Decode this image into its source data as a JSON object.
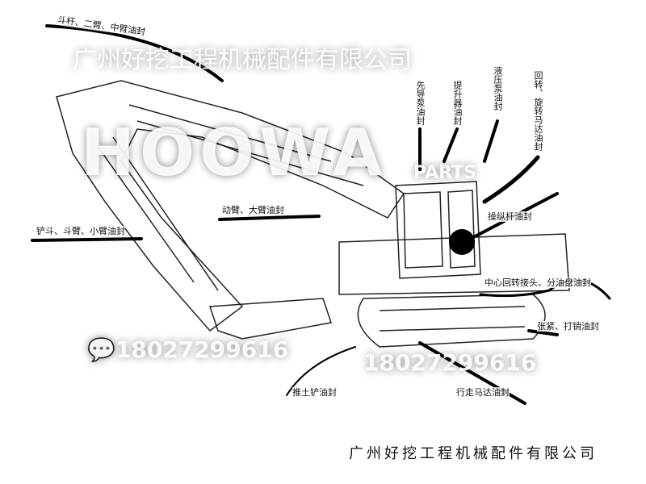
{
  "watermark": {
    "company_cn": "广州好挖工程机械配件有限公司",
    "brand": "HOOWA",
    "brand_sub": "PARTS",
    "phone_1": "18027299616",
    "phone_2": "18027299616"
  },
  "labels": {
    "stick": "斗杆、二臂、中臂油封",
    "bucket": "铲斗、斗臂、小臂油封",
    "boom": "动臂、大臂油封",
    "pilot_pump": "先导泵油封",
    "lift": "提升器油封",
    "hydraulic_pump": "液压泵油封",
    "swing_motor": "回转、旋转马达油封",
    "joystick": "操纵杆油封",
    "center_joint": "中心回转接头、分油盘油封",
    "tension": "张紧、打销油封",
    "travel_motor": "行走马达油封",
    "dozer": "推土铲油封"
  },
  "footer": "广州好挖工程机械配件有限公司"
}
